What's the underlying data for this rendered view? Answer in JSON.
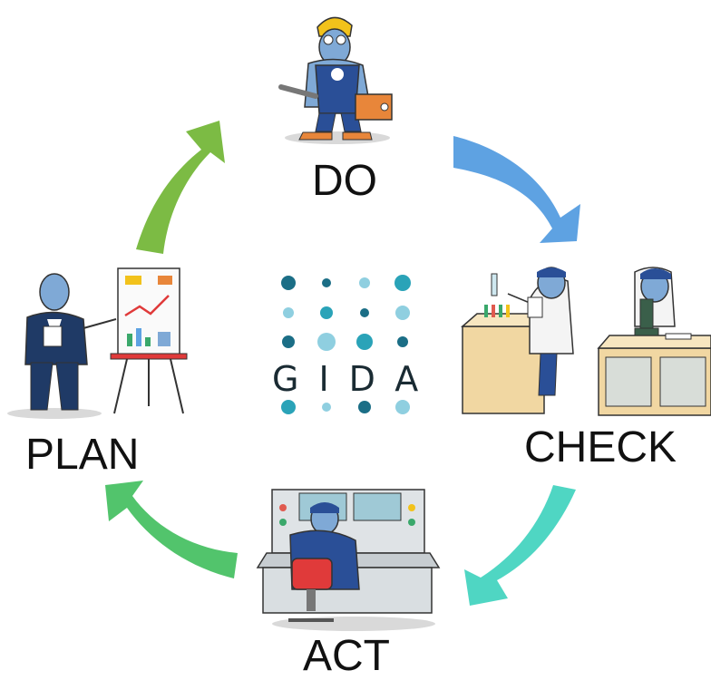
{
  "diagram": {
    "stages": [
      {
        "key": "do",
        "label": "DO"
      },
      {
        "key": "check",
        "label": "CHECK"
      },
      {
        "key": "act",
        "label": "ACT"
      },
      {
        "key": "plan",
        "label": "PLAN"
      }
    ],
    "logo": {
      "text": "GIDA"
    },
    "colors": {
      "arrow_plan_to_do": "#7cbb44",
      "arrow_do_to_check": "#5ea2e2",
      "arrow_check_to_act": "#4fd6c3",
      "arrow_act_to_plan": "#52c46c",
      "logo_dark": "#1b6e86",
      "logo_light": "#8fcfe0"
    },
    "icons": [
      "worker-icon",
      "scientist-icon",
      "lab-bench-icon",
      "operator-icon",
      "presenter-icon",
      "flipchart-icon"
    ]
  }
}
